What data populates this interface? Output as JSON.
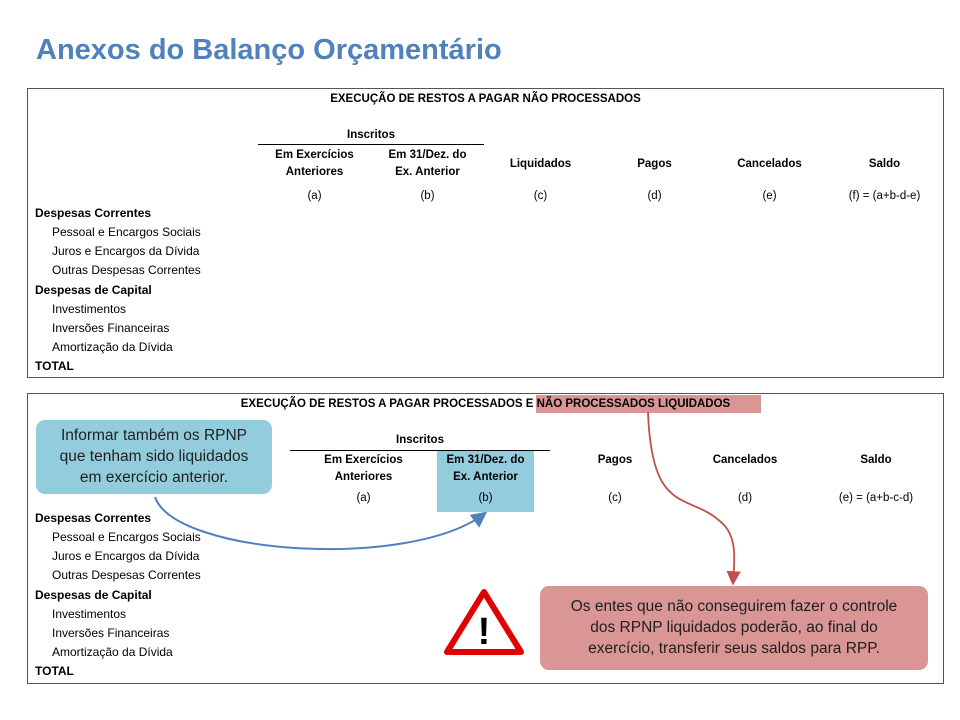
{
  "title": "Anexos do Balanço Orçamentário",
  "table1": {
    "title": "EXECUÇÃO DE RESTOS A PAGAR NÃO PROCESSADOS",
    "group_header": "Inscritos",
    "columns": [
      {
        "label_line1": "Em Exercícios",
        "label_line2": "Anteriores",
        "code": "(a)"
      },
      {
        "label_line1": "Em 31/Dez. do",
        "label_line2": "Ex. Anterior",
        "code": "(b)"
      },
      {
        "label_line1": "Liquidados",
        "label_line2": "",
        "code": "(c)"
      },
      {
        "label_line1": "Pagos",
        "label_line2": "",
        "code": "(d)"
      },
      {
        "label_line1": "Cancelados",
        "label_line2": "",
        "code": "(e)"
      },
      {
        "label_line1": "Saldo",
        "label_line2": "",
        "code": "(f) = (a+b-d-e)"
      }
    ],
    "rows": [
      "Despesas Correntes",
      "Pessoal e Encargos Sociais",
      "Juros e Encargos da Dívida",
      "Outras Despesas Correntes",
      "Despesas de Capital",
      "Investimentos",
      "Inversões Financeiras",
      "Amortização da Dívida",
      "TOTAL"
    ]
  },
  "table2": {
    "title_part1": "EXECUÇÃO DE RESTOS A PAGAR PROCESSADOS E ",
    "title_part2": "NÃO PROCESSADOS LIQUIDADOS",
    "group_header": "Inscritos",
    "columns": [
      {
        "label_line1": "Em Exercícios",
        "label_line2": "Anteriores",
        "code": "(a)"
      },
      {
        "label_line1": "Em 31/Dez. do",
        "label_line2": "Ex. Anterior",
        "code": "(b)"
      },
      {
        "label_line1": "Pagos",
        "label_line2": "",
        "code": "(c)"
      },
      {
        "label_line1": "Cancelados",
        "label_line2": "",
        "code": "(d)"
      },
      {
        "label_line1": "Saldo",
        "label_line2": "",
        "code": "(e) = (a+b-c-d)"
      }
    ],
    "rows": [
      "Despesas Correntes",
      "Pessoal e Encargos Sociais",
      "Juros e Encargos da Dívida",
      "Outras Despesas Correntes",
      "Despesas de Capital",
      "Investimentos",
      "Inversões Financeiras",
      "Amortização da Dívida",
      "TOTAL"
    ]
  },
  "notes": {
    "blue": [
      "Informar também os RPNP",
      "que tenham sido liquidados",
      "em exercício anterior."
    ],
    "pink": [
      "Os entes que não conseguirem fazer o controle",
      "dos RPNP liquidados poderão, ao final do",
      "exercício, transferir seus saldos para RPP."
    ]
  },
  "warning_symbol": "!",
  "colors": {
    "title": "#4f81bd",
    "highlight_blue": "#93cddd",
    "highlight_pink": "#d99694",
    "arrow_blue": "#4f81bd",
    "arrow_red": "#c0504d",
    "warning_red": "#e00000"
  }
}
